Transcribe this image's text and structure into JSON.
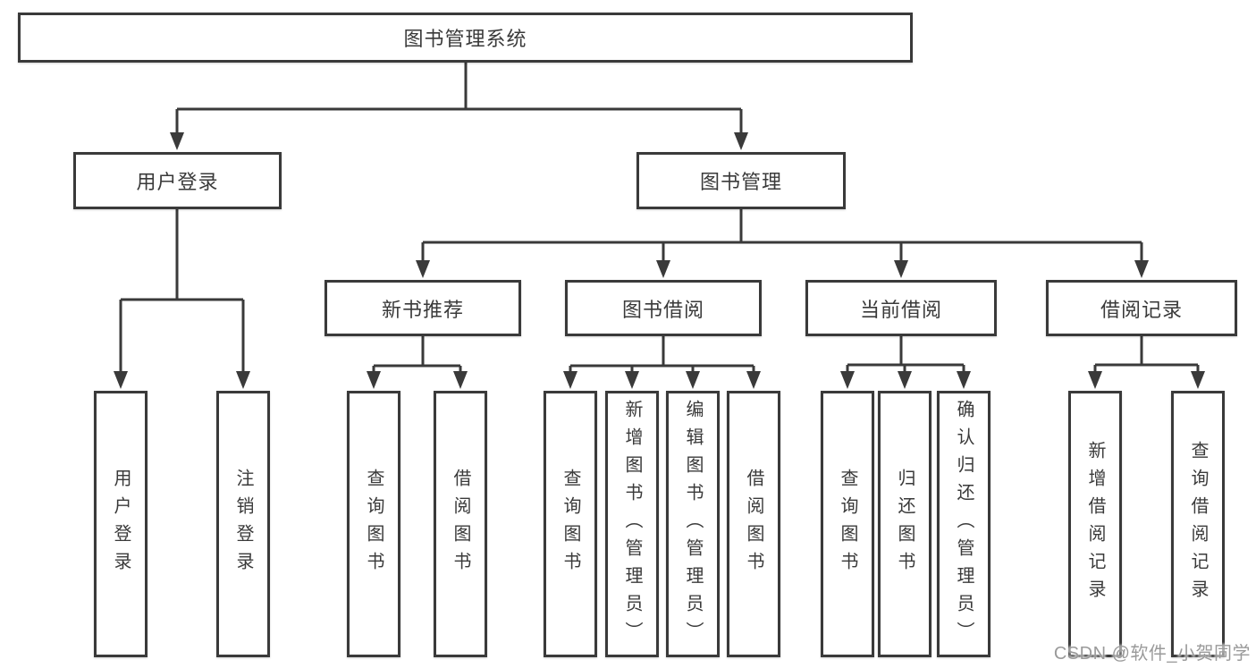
{
  "tree": {
    "label": "图书管理系统",
    "children": [
      {
        "label": "用户登录",
        "children": [
          {
            "label": "用户登录"
          },
          {
            "label": "注销登录"
          }
        ]
      },
      {
        "label": "图书管理",
        "children": [
          {
            "label": "新书推荐",
            "children": [
              {
                "label": "查询图书"
              },
              {
                "label": "借阅图书"
              }
            ]
          },
          {
            "label": "图书借阅",
            "children": [
              {
                "label": "查询图书"
              },
              {
                "label": "新增图书（管理员）"
              },
              {
                "label": "编辑图书（管理员）"
              },
              {
                "label": "借阅图书"
              }
            ]
          },
          {
            "label": "当前借阅",
            "children": [
              {
                "label": "查询图书"
              },
              {
                "label": "归还图书"
              },
              {
                "label": "确认归还（管理员）"
              }
            ]
          },
          {
            "label": "借阅记录",
            "children": [
              {
                "label": "新增借阅记录"
              },
              {
                "label": "查询借阅记录"
              }
            ]
          }
        ]
      }
    ]
  },
  "watermark": "CSDN @软件_小贺同学",
  "colors": {
    "line": "#3a3a3a",
    "text": "#3a3a3a",
    "box_background": "#ffffff",
    "page_background": "#ffffff",
    "watermark": "#9a9a9a"
  }
}
